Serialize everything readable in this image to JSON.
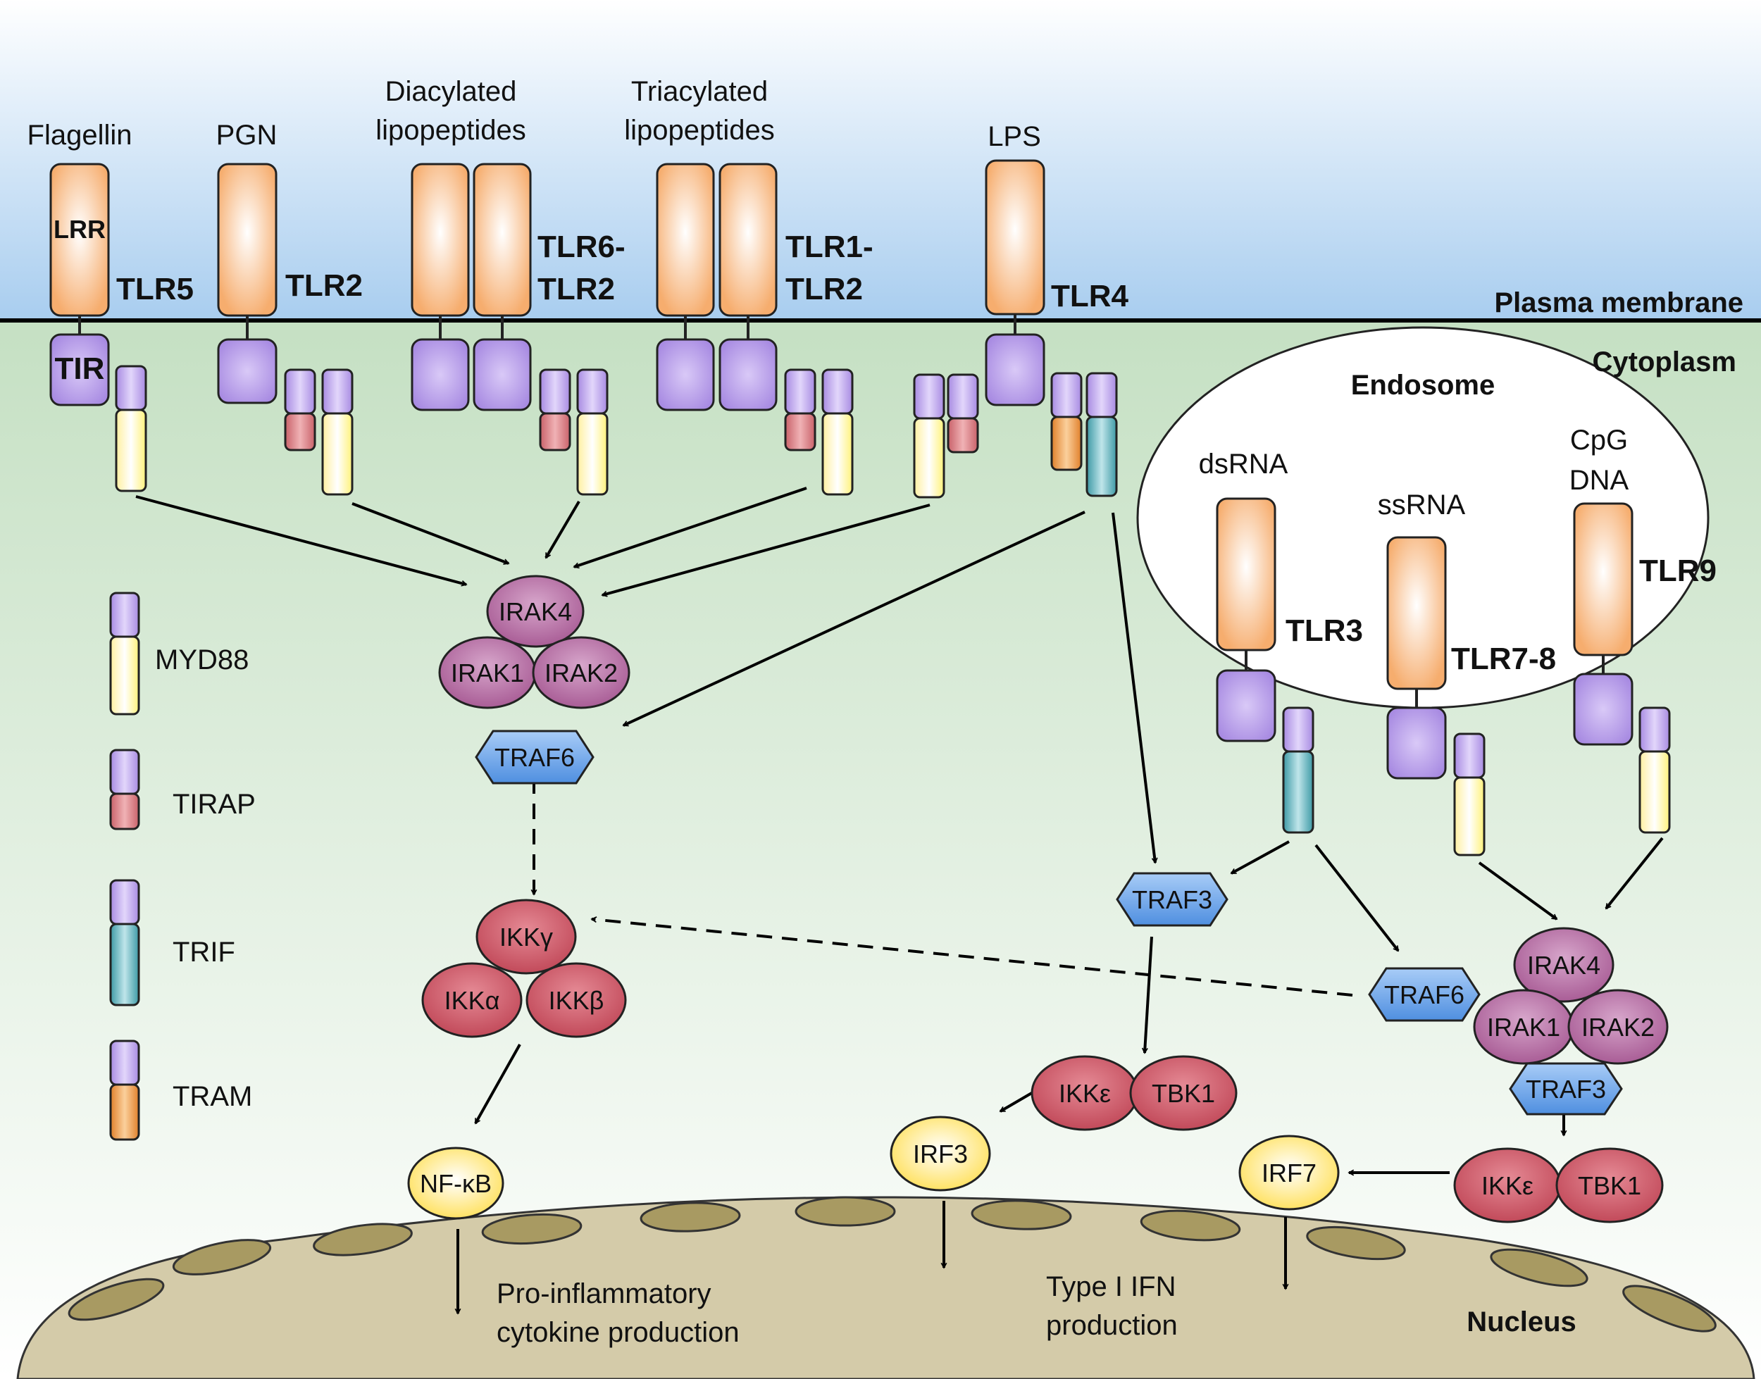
{
  "membrane": {
    "plasma": "Plasma membrane",
    "cytoplasm": "Cytoplasm",
    "endosome": "Endosome",
    "nucleus": "Nucleus"
  },
  "ligands": {
    "flagellin": "Flagellin",
    "pgn": "PGN",
    "diacyl_1": "Diacylated",
    "diacyl_2": "lipopeptides",
    "triacyl_1": "Triacylated",
    "triacyl_2": "lipopeptides",
    "lps": "LPS",
    "dsrna": "dsRNA",
    "ssrna": "ssRNA",
    "cpg_1": "CpG",
    "cpg_2": "DNA"
  },
  "receptors": {
    "tlr5": "TLR5",
    "tlr2": "TLR2",
    "tlr6_1": "TLR6-",
    "tlr6_2": "TLR2",
    "tlr1_1": "TLR1-",
    "tlr1_2": "TLR2",
    "tlr4": "TLR4",
    "tlr3": "TLR3",
    "tlr78": "TLR7-8",
    "tlr9": "TLR9",
    "lrr": "LRR",
    "tir": "TIR"
  },
  "legend": {
    "myd88": "MYD88",
    "tirap": "TIRAP",
    "trif": "TRIF",
    "tram": "TRAM"
  },
  "nodes": {
    "irak4": "IRAK4",
    "irak1": "IRAK1",
    "irak2": "IRAK2",
    "traf6": "TRAF6",
    "ikkg": "IKKγ",
    "ikka": "IKKα",
    "ikkb": "IKKβ",
    "nfkb": "NF-κB",
    "traf3": "TRAF3",
    "ikke": "IKKε",
    "tbk1": "TBK1",
    "irf3": "IRF3",
    "irf7": "IRF7"
  },
  "outputs": {
    "proinf_1": "Pro-inflammatory",
    "proinf_2": "cytokine production",
    "ifn_1": "Type I IFN",
    "ifn_2": "production"
  },
  "colors": {
    "receptor": "#f7b77c",
    "tir": "#b79ce8",
    "myd88": "#fff27a",
    "tirap": "#cc6c72",
    "trif": "#4ea8b3",
    "tram": "#e68d3a",
    "irak": "#b86aa3",
    "traf": "#5e9ee8",
    "ikk": "#cc5566",
    "irf": "#ffe066",
    "nucleus": "#d4cba9",
    "pore": "#a89a62"
  }
}
